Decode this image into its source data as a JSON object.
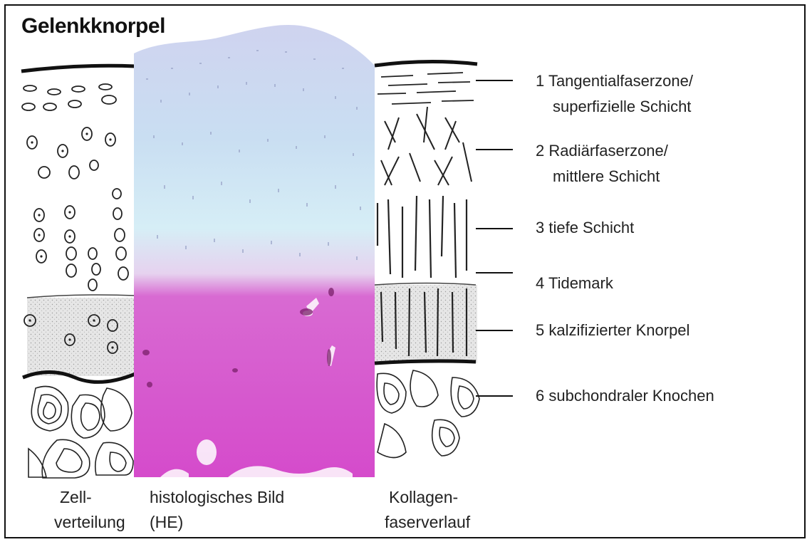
{
  "title": "Gelenkknorpel",
  "zones": [
    {
      "line1": "1 Tangentialfaserzone/",
      "line2": "superfizielle Schicht"
    },
    {
      "line1": "2  Radiärfaserzone/",
      "line2": "mittlere Schicht"
    },
    {
      "line1": "3  tiefe Schicht",
      "line2": ""
    },
    {
      "line1": "4  Tidemark",
      "line2": ""
    },
    {
      "line1": "5  kalzifizierter Knorpel",
      "line2": ""
    },
    {
      "line1": "6  subchondraler Knochen",
      "line2": ""
    }
  ],
  "captions": {
    "left_1": "Zell-",
    "left_2": "verteilung",
    "center_1": "histologisches Bild",
    "center_2": "(HE)",
    "right_1": "Kollagen-",
    "right_2": "faserverlauf"
  },
  "colors": {
    "stain_top": "#cfd8f2",
    "stain_mid": "#c7ecf5",
    "stain_bottom": "#d857cf",
    "calcified_gray": "#e4e4e4"
  }
}
